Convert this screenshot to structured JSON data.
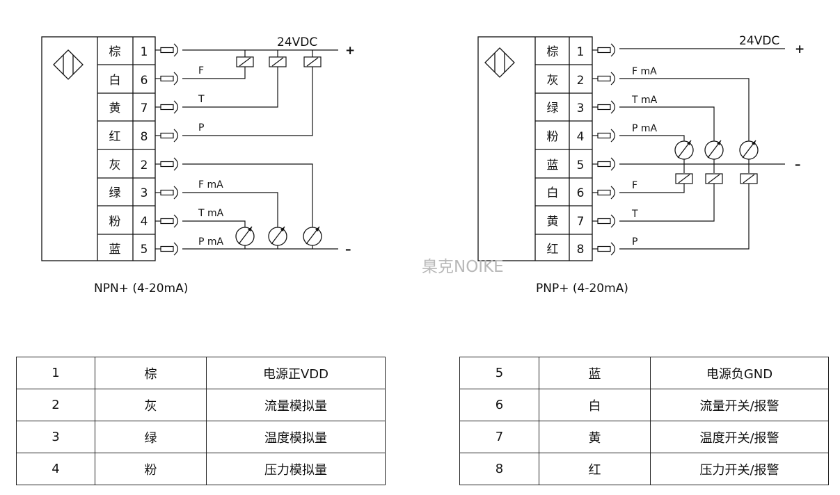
{
  "left_diagram": {
    "caption": "NPN+ (4-20mA)",
    "supply_label": "24VDC",
    "plus": "+",
    "minus": "–",
    "rows": [
      {
        "color": "棕",
        "pin": "1"
      },
      {
        "color": "白",
        "pin": "6"
      },
      {
        "color": "黄",
        "pin": "7"
      },
      {
        "color": "红",
        "pin": "8"
      },
      {
        "color": "灰",
        "pin": "2"
      },
      {
        "color": "绿",
        "pin": "3"
      },
      {
        "color": "粉",
        "pin": "4"
      },
      {
        "color": "蓝",
        "pin": "5"
      }
    ],
    "wire_labels": {
      "f": "F",
      "t": "T",
      "p": "P",
      "fma": "F mA",
      "tma": "T mA",
      "pma": "P mA"
    }
  },
  "right_diagram": {
    "caption": "PNP+ (4-20mA)",
    "supply_label": "24VDC",
    "plus": "+",
    "minus": "–",
    "rows": [
      {
        "color": "棕",
        "pin": "1"
      },
      {
        "color": "灰",
        "pin": "2"
      },
      {
        "color": "绿",
        "pin": "3"
      },
      {
        "color": "粉",
        "pin": "4"
      },
      {
        "color": "蓝",
        "pin": "5"
      },
      {
        "color": "白",
        "pin": "6"
      },
      {
        "color": "黄",
        "pin": "7"
      },
      {
        "color": "红",
        "pin": "8"
      }
    ],
    "wire_labels": {
      "fma": "F mA",
      "tma": "T mA",
      "pma": "P mA",
      "f": "F",
      "t": "T",
      "p": "P"
    }
  },
  "watermark": "臬克NOIKE",
  "table_left": [
    {
      "pin": "1",
      "color": "棕",
      "function": "电源正VDD"
    },
    {
      "pin": "2",
      "color": "灰",
      "function": "流量模拟量"
    },
    {
      "pin": "3",
      "color": "绿",
      "function": "温度模拟量"
    },
    {
      "pin": "4",
      "color": "粉",
      "function": "压力模拟量"
    }
  ],
  "table_right": [
    {
      "pin": "5",
      "color": "蓝",
      "function": "电源负GND"
    },
    {
      "pin": "6",
      "color": "白",
      "function": "流量开关/报警"
    },
    {
      "pin": "7",
      "color": "黄",
      "function": "温度开关/报警"
    },
    {
      "pin": "8",
      "color": "红",
      "function": "压力开关/报警"
    }
  ]
}
